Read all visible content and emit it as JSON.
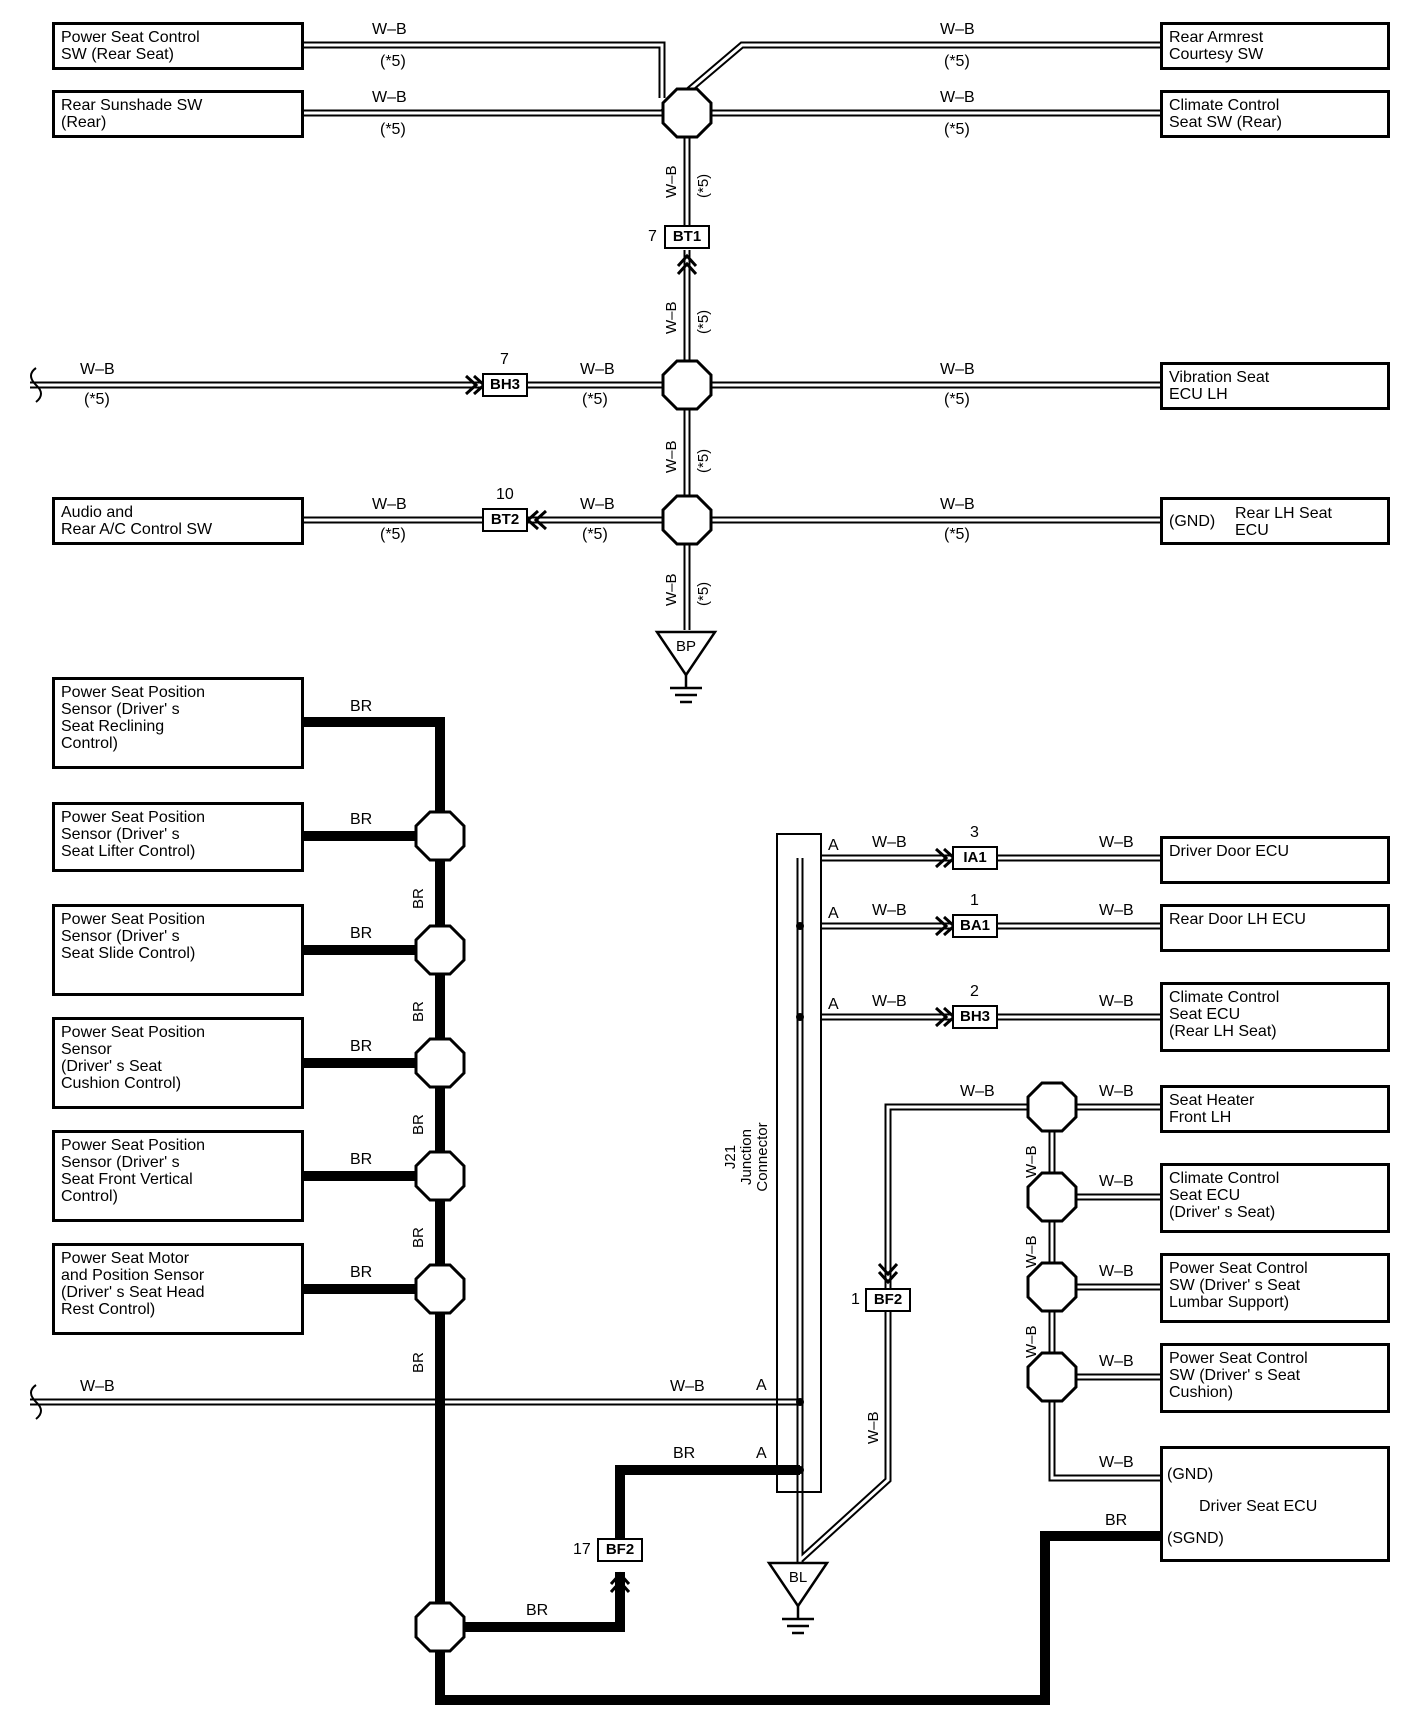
{
  "components": {
    "pscs_rear": "Power Seat Control\nSW (Rear Seat)",
    "rear_sunshade": "Rear Sunshade SW\n(Rear)",
    "rear_armrest": "Rear Armrest\nCourtesy SW",
    "climate_rear": "Climate Control\nSeat SW (Rear)",
    "vibration_lh": "Vibration Seat\nECU LH",
    "audio_rear_ac": "Audio and\nRear A/C Control SW",
    "rear_lh_gnd": "(GND)",
    "rear_lh_name": "Rear LH Seat\nECU",
    "psps_recline": "Power Seat Position\nSensor (Driver' s\nSeat Reclining\nControl)",
    "psps_lifter": "Power Seat Position\nSensor (Driver' s\nSeat Lifter Control)",
    "psps_slide": "Power Seat Position\nSensor (Driver' s\nSeat Slide Control)",
    "psps_cushion": "Power Seat Position\nSensor\n(Driver' s Seat\n Cushion Control)",
    "psps_frontvert": "Power Seat Position\nSensor (Driver' s\nSeat Front Vertical\nControl)",
    "psm_headrest": "Power Seat Motor\nand Position Sensor\n(Driver' s Seat Head\n Rest Control)",
    "driver_door": "Driver Door ECU",
    "rear_door_lh": "Rear Door LH ECU",
    "climate_rear_lh": "Climate Control\nSeat ECU\n(Rear LH Seat)",
    "seat_heater": "Seat Heater\nFront LH",
    "climate_driver": "Climate Control\nSeat ECU\n(Driver' s Seat)",
    "pscs_lumbar": "Power Seat Control\nSW (Driver' s Seat\nLumbar Support)",
    "pscs_cushion": "Power Seat Control\nSW (Driver' s Seat\nCushion)",
    "driver_ecu_gnd": "(GND)",
    "driver_ecu_name": "Driver Seat ECU",
    "driver_ecu_sgnd": "(SGND)"
  },
  "connectors": {
    "bt1": "BT1",
    "bt1_pin": "7",
    "bh3_top": "BH3",
    "bh3_top_pin": "7",
    "bt2": "BT2",
    "bt2_pin": "10",
    "ia1": "IA1",
    "ia1_pin": "3",
    "ba1": "BA1",
    "ba1_pin": "1",
    "bh3_low": "BH3",
    "bh3_low_pin": "2",
    "bf2_right": "BF2",
    "bf2_right_pin": "1",
    "bf2_left": "BF2",
    "bf2_left_pin": "17"
  },
  "grounds": {
    "bp": "BP",
    "bl": "BL"
  },
  "junction": {
    "name": "J21\nJunction\nConnector",
    "pin": "A"
  },
  "wire_colors": {
    "wb": "W–B",
    "br": "BR",
    "note": "(*5)"
  },
  "colors": {
    "line": "#000000",
    "background": "#ffffff"
  }
}
